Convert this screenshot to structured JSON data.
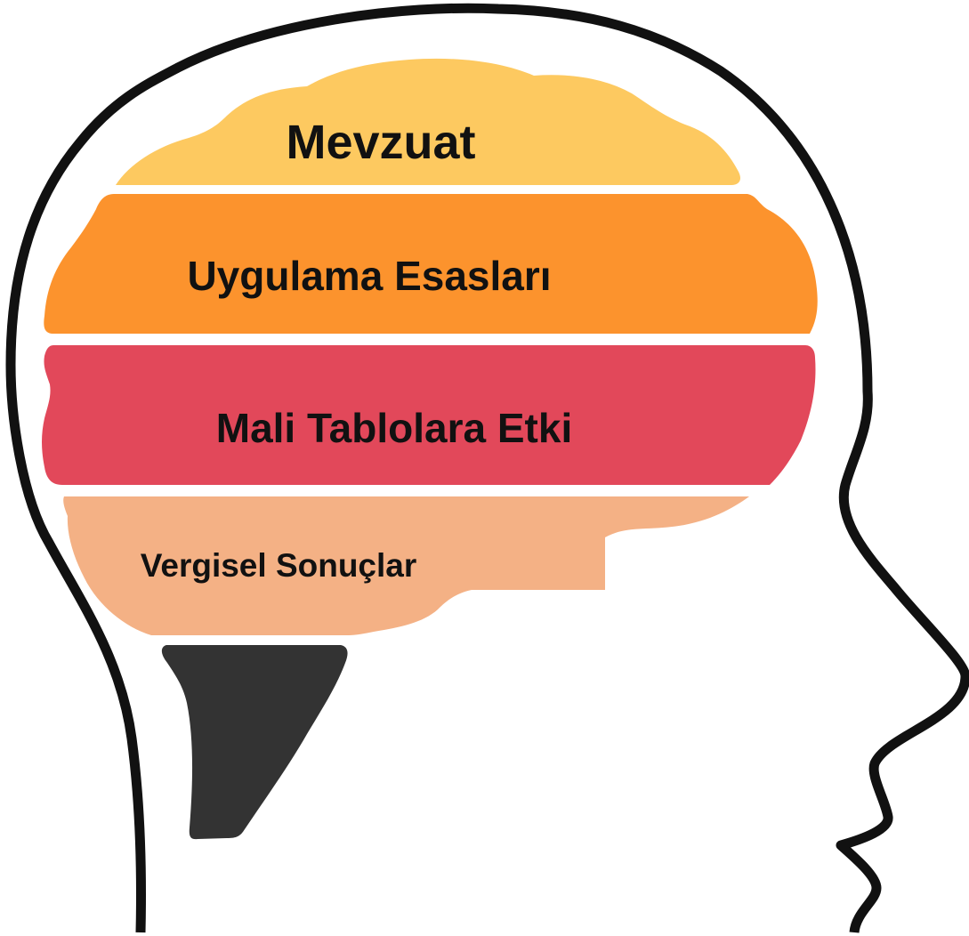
{
  "diagram": {
    "layers": [
      {
        "id": "mevzuat",
        "label": "Mevzuat",
        "color": "#FDC960"
      },
      {
        "id": "uygulama",
        "label": "Uygulama Esasları",
        "color": "#FC932D"
      },
      {
        "id": "mali",
        "label": "Mali Tablolara Etki",
        "color": "#E2485A"
      },
      {
        "id": "vergisel",
        "label": "Vergisel Sonuçlar",
        "color": "#F4B185"
      }
    ],
    "colors": {
      "outline": "#111111",
      "brain_stem": "#333333",
      "background": "#FFFFFF"
    }
  }
}
